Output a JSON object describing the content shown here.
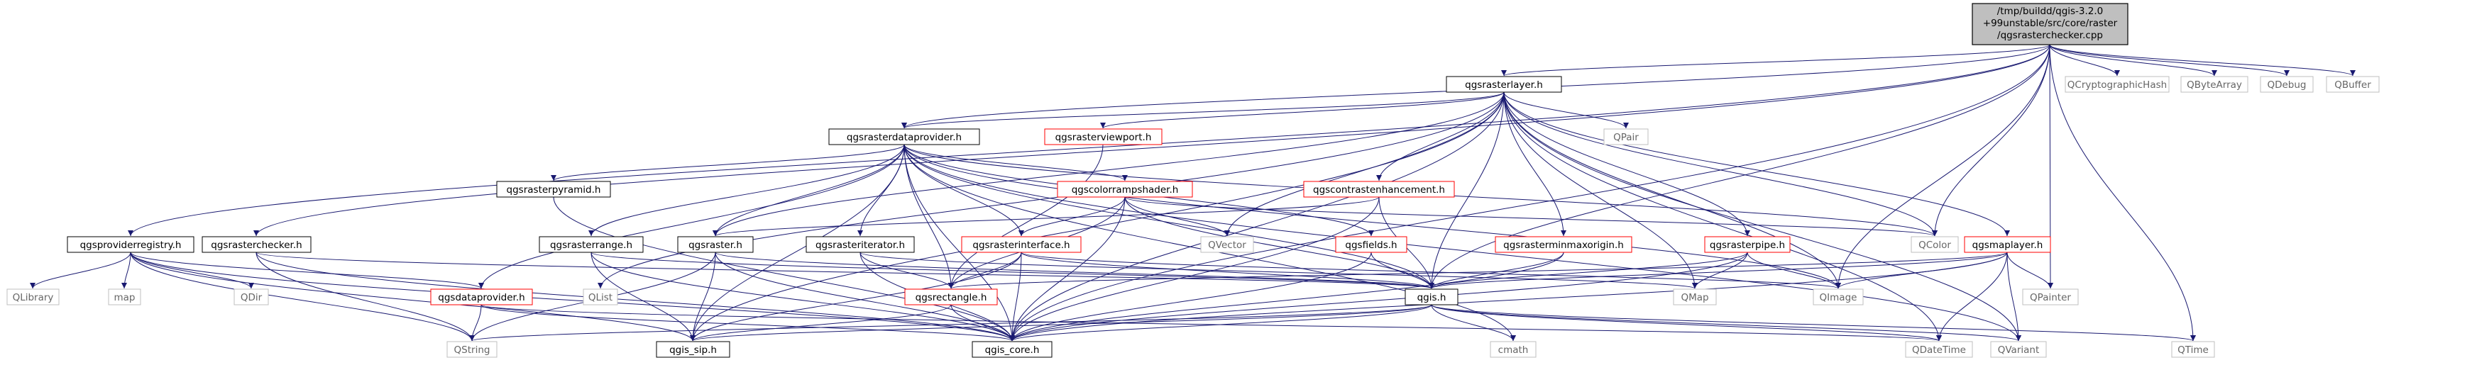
{
  "root": {
    "label_lines": [
      "/tmp/buildd/qgis-3.2.0",
      "+99unstable/src/core/raster",
      "/qgsrasterchecker.cpp"
    ]
  },
  "nodes": {
    "qgsrasterlayer_h": "qgsrasterlayer.h",
    "qcryptographichash": "QCryptographicHash",
    "qbytearray": "QByteArray",
    "qdebug": "QDebug",
    "qbuffer": "QBuffer",
    "qgsrasterdataprovider_h": "qgsrasterdataprovider.h",
    "qgsrasterviewport_h": "qgsrasterviewport.h",
    "qpair": "QPair",
    "qgsrasterpyramid_h": "qgsrasterpyramid.h",
    "qgscolorrampshader_h": "qgscolorrampshader.h",
    "qgscontrastenhancement_h": "qgscontrastenhancement.h",
    "qgsproviderregistry_h": "qgsproviderregistry.h",
    "qgsrasterchecker_h": "qgsrasterchecker.h",
    "qgsrasterrange_h": "qgsrasterrange.h",
    "qgsraster_h": "qgsraster.h",
    "qgsrasteriterator_h": "qgsrasteriterator.h",
    "qgsrasterinterface_h": "qgsrasterinterface.h",
    "qvector": "QVector",
    "qgsfields_h": "qgsfields.h",
    "qgsrasterminmaxorigin_h": "qgsrasterminmaxorigin.h",
    "qgsrasterpipe_h": "qgsrasterpipe.h",
    "qcolor": "QColor",
    "qgsmaplayer_h": "qgsmaplayer.h",
    "qlibrary": "QLibrary",
    "map": "map",
    "qdir": "QDir",
    "qgsdataprovider_h": "qgsdataprovider.h",
    "qlist": "QList",
    "qgsrectangle_h": "qgsrectangle.h",
    "qgis_h": "qgis.h",
    "qmap": "QMap",
    "qimage": "QImage",
    "qpainter": "QPainter",
    "qstring": "QString",
    "qgis_sip_h": "qgis_sip.h",
    "qgis_core_h": "qgis_core.h",
    "cmath": "cmath",
    "qdatetime": "QDateTime",
    "qvariant": "QVariant",
    "qtime": "QTime"
  },
  "colors": {
    "edge": "#191970",
    "root_fill": "#bfbfbf",
    "root_border": "#000000",
    "documented_border": "#000000",
    "undocumented_border": "#ff0000",
    "external_border": "#bfbfbf",
    "external_text": "#666666"
  }
}
